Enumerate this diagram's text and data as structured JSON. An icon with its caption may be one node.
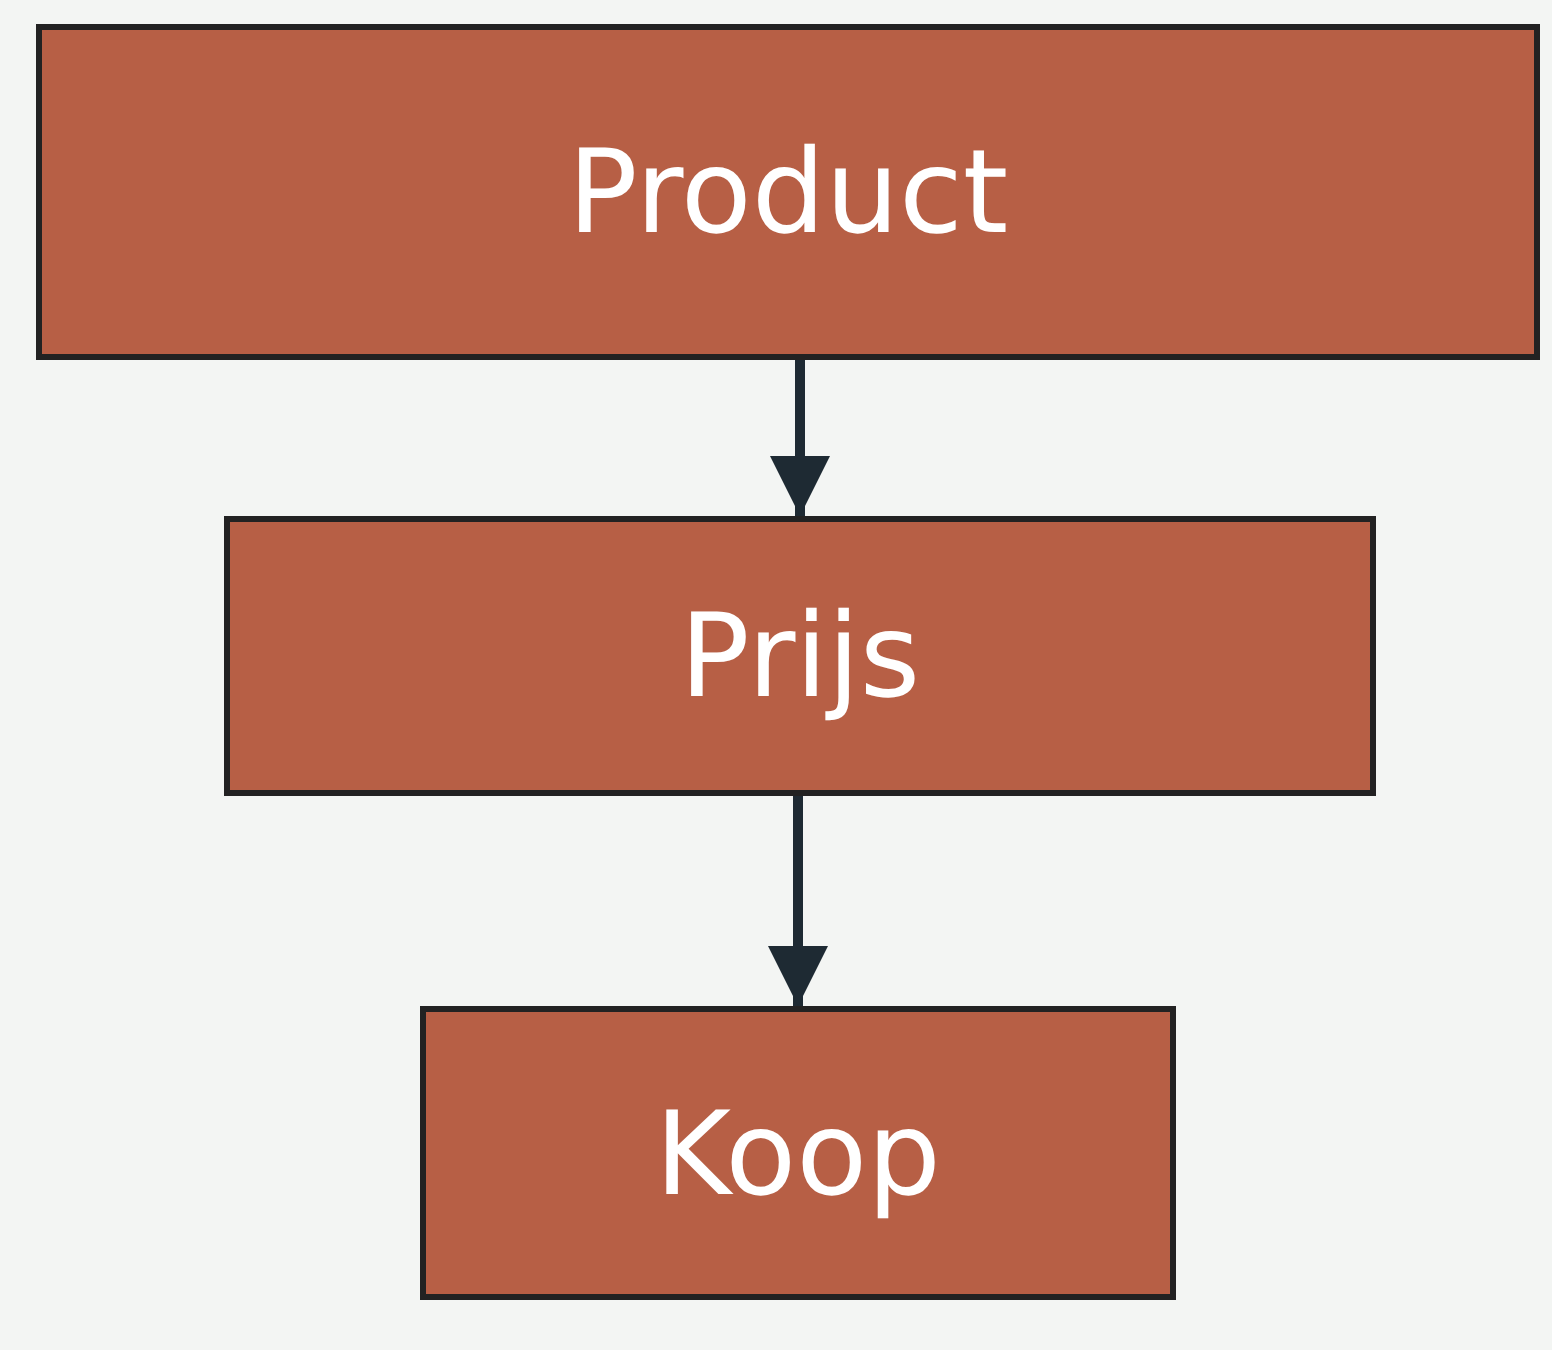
{
  "diagram": {
    "nodes": [
      {
        "text": [
          "Product"
        ]
      },
      {
        "text": [
          "Prijs"
        ]
      },
      {
        "text": [
          "Koop"
        ]
      }
    ],
    "edges": [
      {
        "from": 0,
        "to": 1,
        "arrow": "to"
      },
      {
        "from": 1,
        "to": 2,
        "arrow": "to"
      }
    ]
  }
}
